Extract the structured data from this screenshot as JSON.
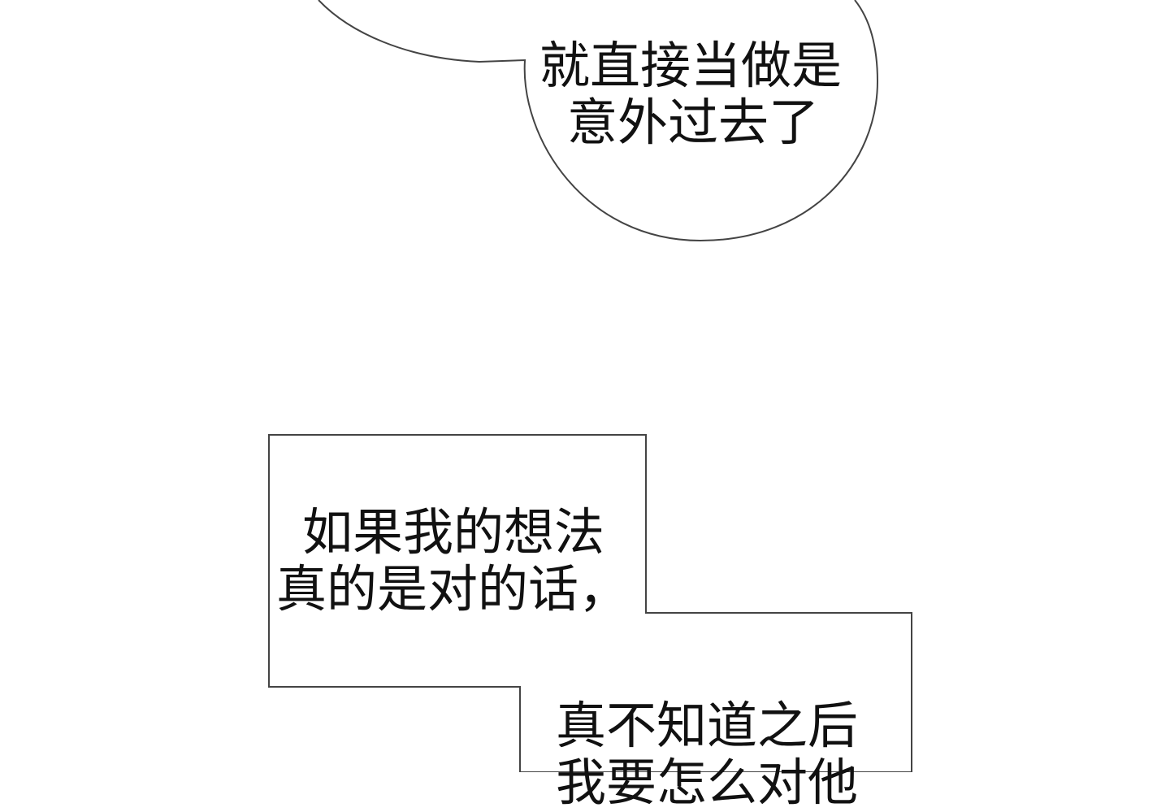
{
  "speech_bubble": {
    "lines": [
      "就直接当做是",
      "意外过去了"
    ]
  },
  "narration_box_1": {
    "lines": [
      "如果我的想法",
      "真的是对的话，"
    ]
  },
  "narration_box_2": {
    "lines": [
      "真不知道之后",
      "我要怎么对他"
    ]
  },
  "colors": {
    "background": "#ffffff",
    "outline": "#444444",
    "text": "#111111"
  }
}
